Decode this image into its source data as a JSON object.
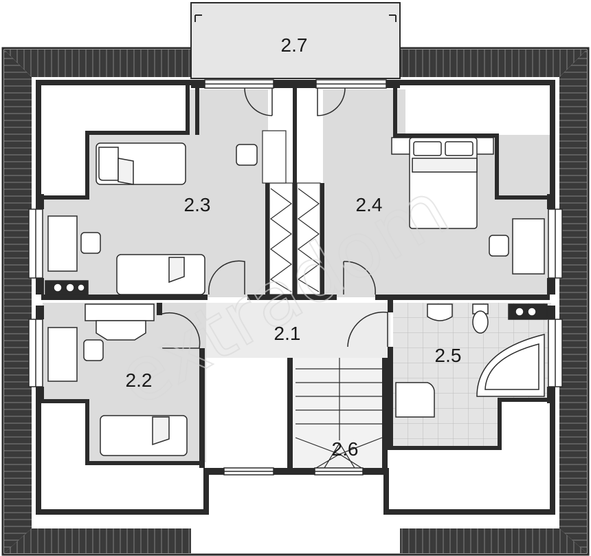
{
  "plan": {
    "rooms": [
      {
        "id": "r27",
        "label": "2.7"
      },
      {
        "id": "r23",
        "label": "2.3"
      },
      {
        "id": "r24",
        "label": "2.4"
      },
      {
        "id": "r21",
        "label": "2.1"
      },
      {
        "id": "r22",
        "label": "2.2"
      },
      {
        "id": "r25",
        "label": "2.5"
      },
      {
        "id": "r26",
        "label": "2.6"
      }
    ],
    "watermark": "extradom",
    "colors": {
      "wall": "#2b2b2b",
      "room_fill": "#dcdcdc",
      "hall_fill": "#ececec",
      "roof": "#3a3a3a",
      "tile_grid": "#b9b9b9"
    }
  }
}
